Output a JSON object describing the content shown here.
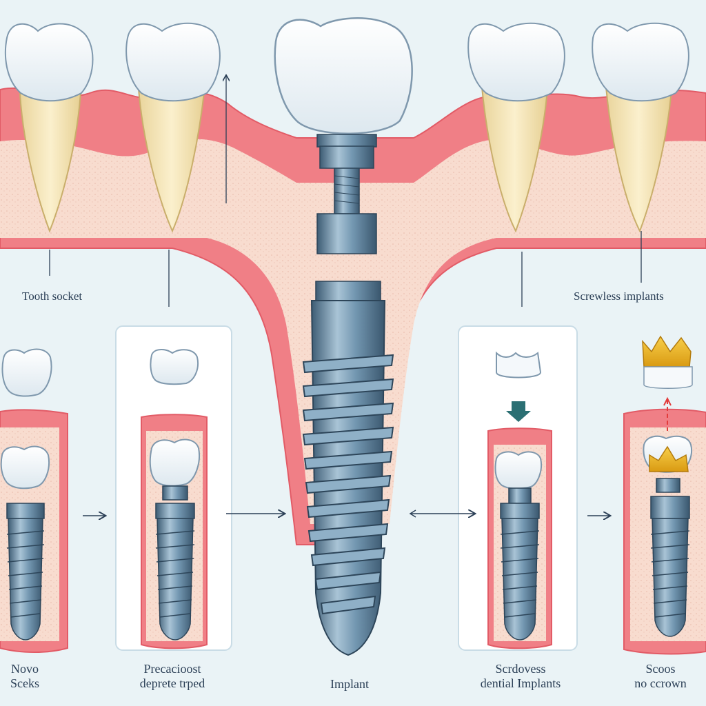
{
  "labels": {
    "tooth_socket": "Tooth socket",
    "screwless_implants": "Screwless implants",
    "implant": "Implant",
    "panel1": [
      "Novo",
      "Sceks"
    ],
    "panel2": [
      "Precacioost",
      "deprete trped"
    ],
    "panel4": [
      "Scrdovess",
      "dential Implants"
    ],
    "panel5": [
      "Scoos",
      "no ccrown"
    ]
  },
  "colors": {
    "background": "#eaf3f6",
    "gum": "#f07f86",
    "gum_light": "#f6aab0",
    "bone": "#f7dccf",
    "tooth": "#ffffff",
    "root": "#f3e3b6",
    "implant_metal": "#6f93ad",
    "implant_dark": "#3c5a73",
    "crown_gold": "#f0b424",
    "arrow_teal": "#2b6f73",
    "marker_red": "#e23b3b"
  }
}
